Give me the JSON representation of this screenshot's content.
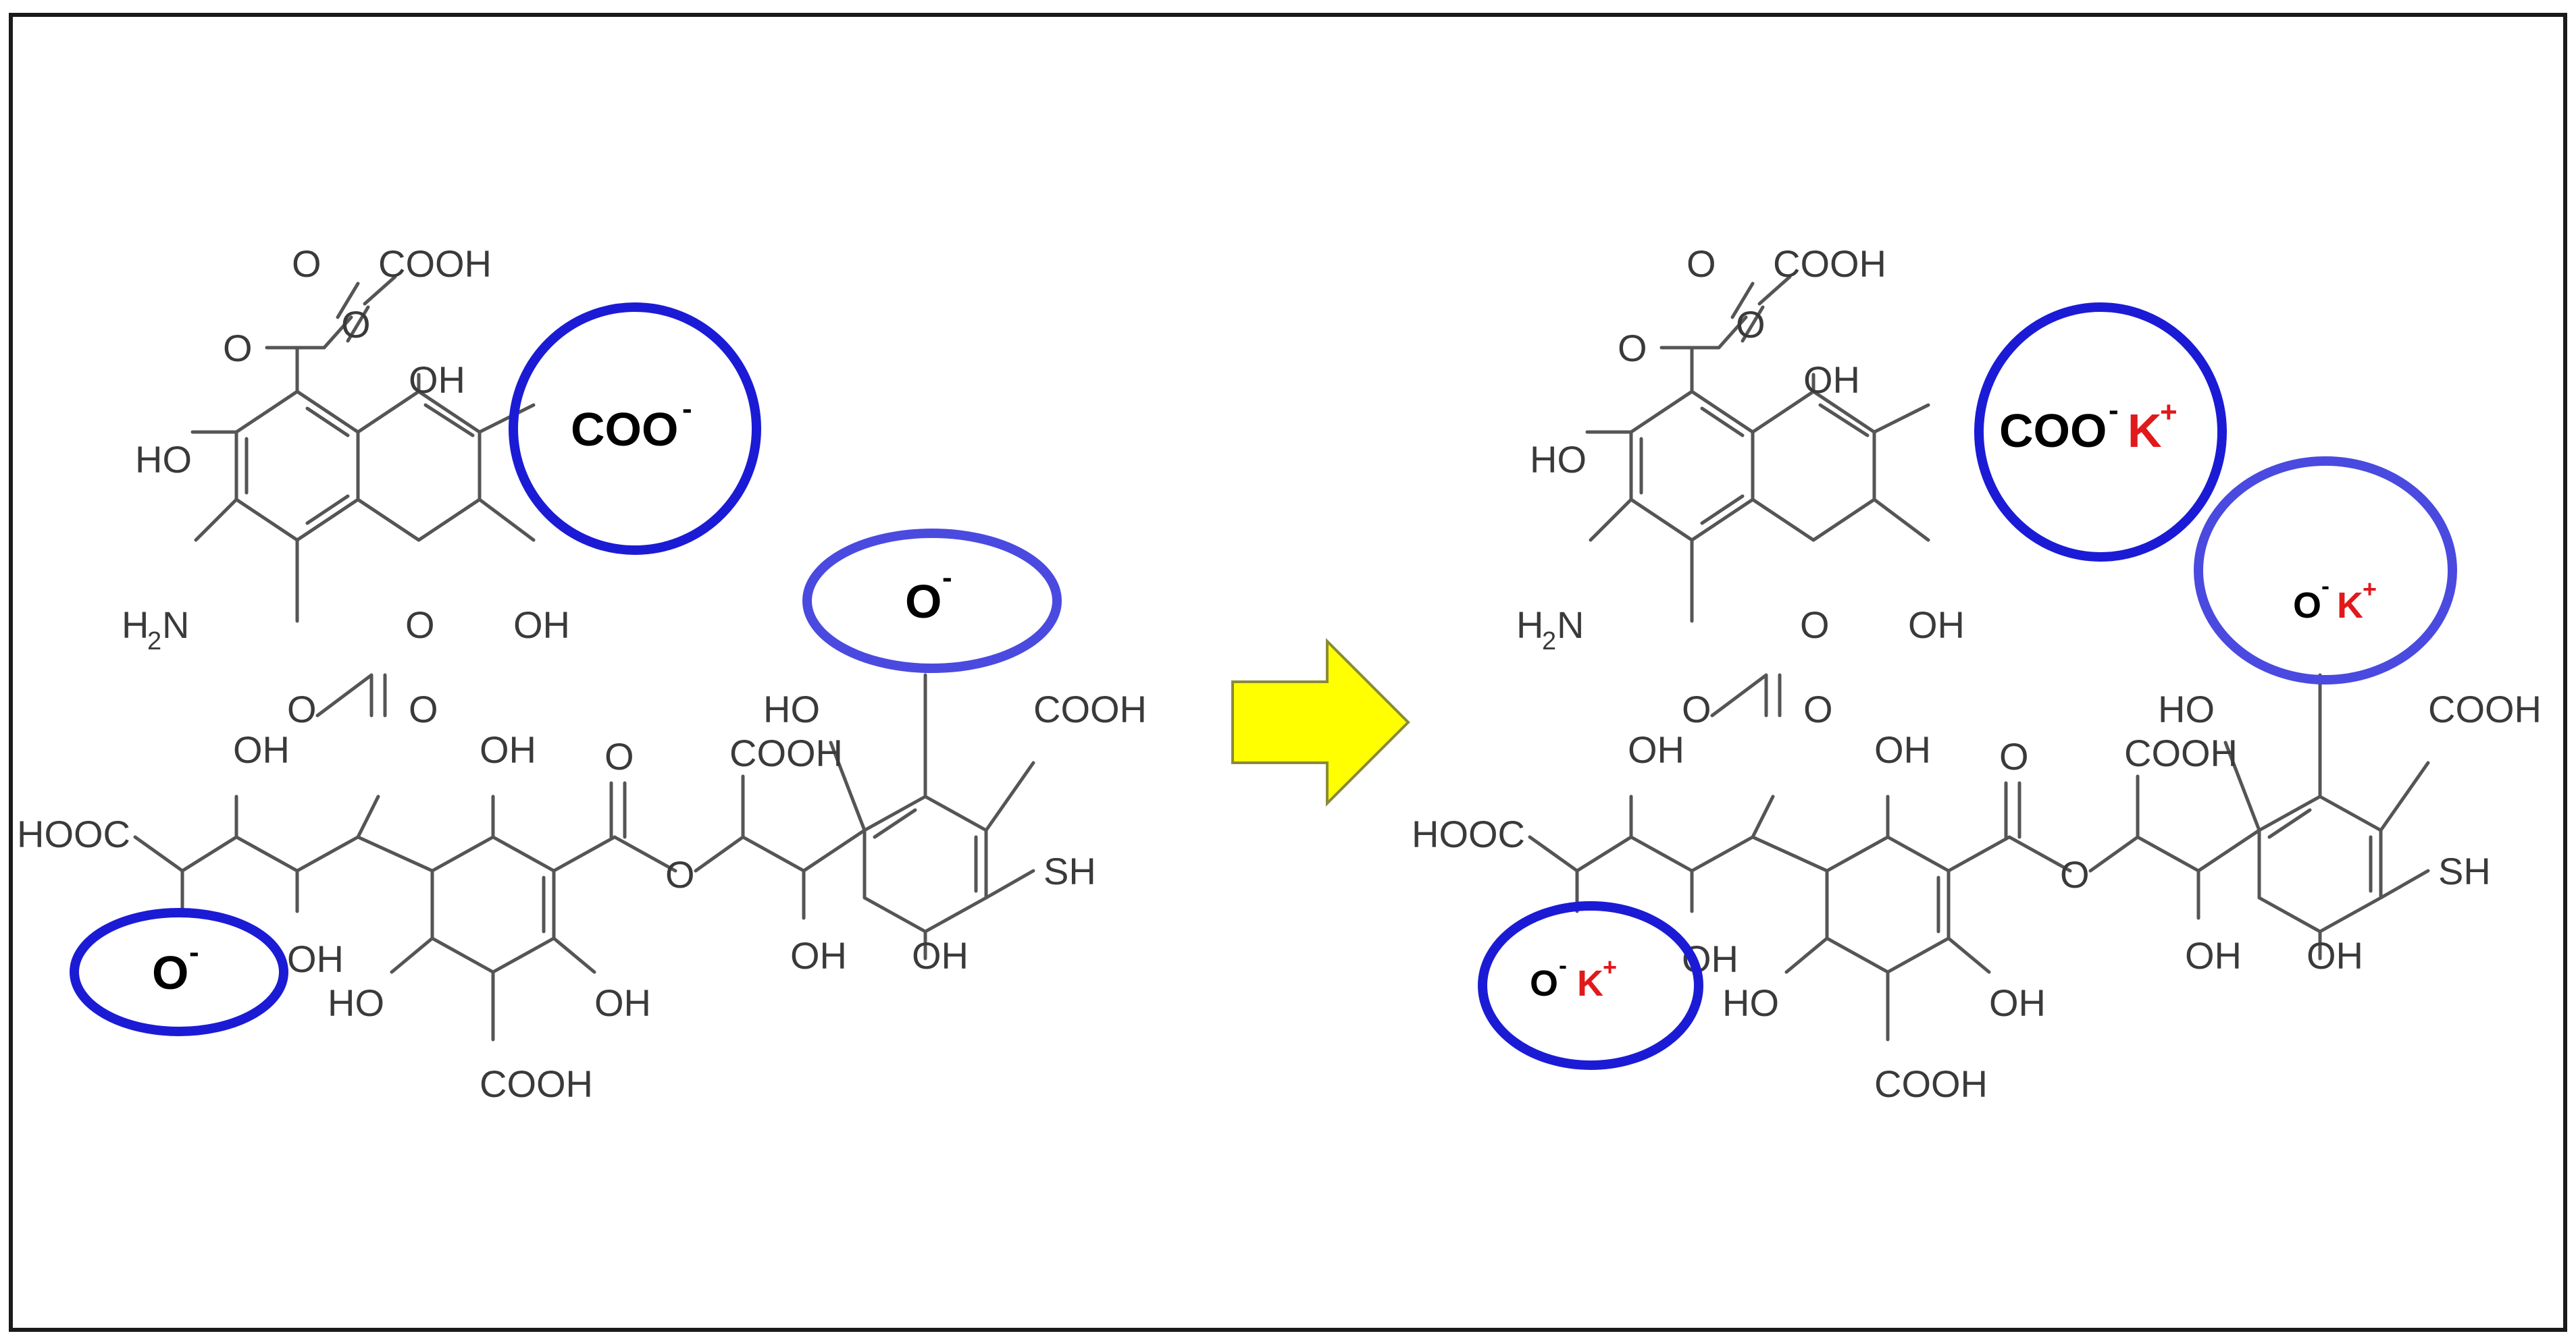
{
  "labels": {
    "cooh": "COOH",
    "hooc": "HOOC",
    "oh": "OH",
    "ho": "HO",
    "o": "O",
    "sh": "SH",
    "h": "H",
    "n2": "N",
    "sub2": "2"
  },
  "ions": {
    "coo": "COO",
    "o_minus_base": "O",
    "minus": "-",
    "k": "K",
    "plus": "+"
  },
  "colors": {
    "circle_strong": "#1b1bd6",
    "circle_light": "#4a4ae0",
    "arrow_fill": "#ffff00",
    "k_ion": "#e0191b",
    "frame": "#1a1a1a"
  }
}
